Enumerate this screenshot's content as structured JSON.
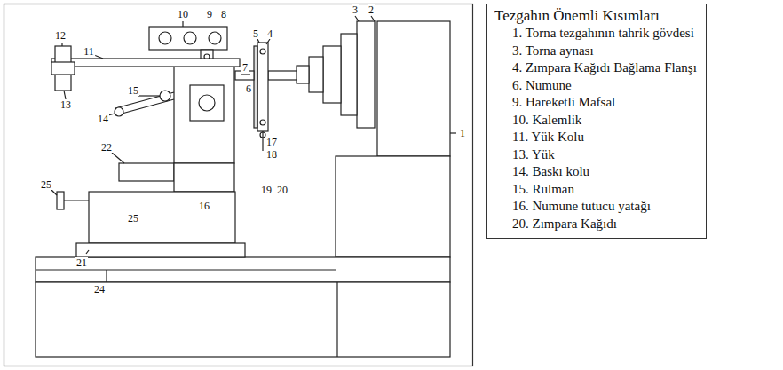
{
  "diagram": {
    "nodes": [
      {
        "text": [
          "Tezgahın Önemli Kısımları",
          "1. Torna tezgahının tahrik gövdesi",
          "3. Torna aynası",
          "4. Zımpara Kağıdı Bağlama Flanşı",
          "6. Numune",
          "9. Hareketli Mafsal",
          "10. Kalemlik",
          "11. Yük Kolu",
          "13. Yük",
          "14. Baskı kolu",
          "15. Rulman",
          "16. Numune tutucu yatağı",
          "20. Zımpara Kağıdı"
        ]
      }
    ],
    "labels": [
      "12",
      "10",
      "9",
      "8",
      "3",
      "2",
      "1",
      "11",
      "7",
      "5",
      "4",
      "6",
      "13",
      "15",
      "14",
      "17",
      "22",
      "18",
      "19",
      "20",
      "25",
      "25",
      "16",
      "21",
      "24"
    ]
  }
}
